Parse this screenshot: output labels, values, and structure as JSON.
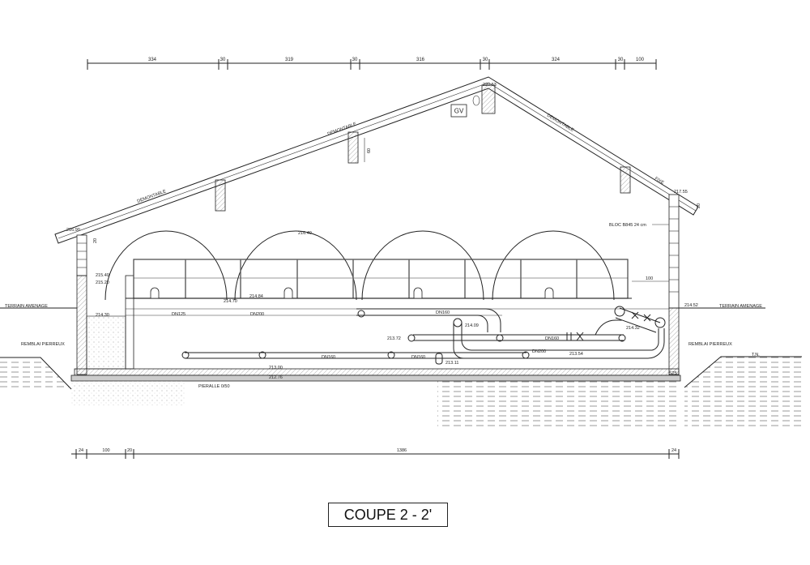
{
  "title": "COUPE 2 - 2'",
  "top_dimensions": [
    "334",
    "30",
    "319",
    "30",
    "316",
    "30",
    "324",
    "30",
    "100"
  ],
  "bottom_dimensions": [
    "24",
    "100",
    "20",
    "1386",
    "24"
  ],
  "roof": {
    "labels": [
      "DEMONTABLE",
      "DEMONTABLE",
      "DEMONTABLE",
      "FIXE"
    ],
    "ridge_level": "220.53",
    "left_eave_level": "216.90",
    "right_eave_level": "217.55",
    "gv_label": "GV",
    "purlin_dim": "60",
    "left_dim": "20",
    "right_dim": "20"
  },
  "levels": {
    "dome_top": "216.40",
    "wall_top_left": "215.40",
    "inner_wall_left": "215.20",
    "platform_a": "214.84",
    "platform_b": "214.70",
    "pipe_left": "214.30",
    "pipe_mid": "214.09",
    "pipe_right": "214.32",
    "ground_right": "214.52",
    "pipe_low_a": "213.72",
    "pipe_low_b": "213.54",
    "pipe_low_c": "213.11",
    "floor_top": "213.00",
    "floor_bottom": "212.76"
  },
  "pipes": [
    "DN125",
    "DN200",
    "DN160",
    "DN160",
    "DN160",
    "DN160",
    "DN200"
  ],
  "annotations": {
    "terrain_left": "TERRAIN AMENAGE",
    "terrain_right": "TERRAIN AMENAGE",
    "remblai_left": "REMBLAI PIERREUX",
    "remblai_right": "REMBLAI PIERREUX",
    "pieralle": "PIERALLE 0/50",
    "bloc": "BLOC B845 24 cm",
    "tn": "T.N.",
    "dim_100": "100",
    "s25": "S25"
  }
}
